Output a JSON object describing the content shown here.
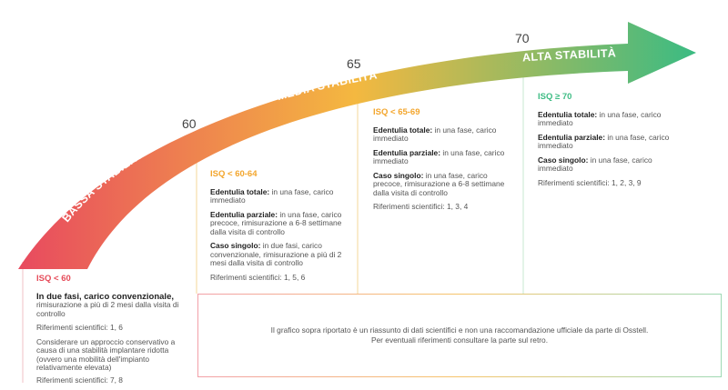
{
  "ticks": [
    "60",
    "65",
    "70"
  ],
  "bands": {
    "low": "BASSA STABILITÀ",
    "mid": "MEDIA STABILITÀ",
    "high": "ALTA STABILITÀ"
  },
  "colors": {
    "low": "#e84a5f",
    "mid": "#f4b840",
    "high": "#3dbb82"
  },
  "panels": {
    "low": {
      "heading": "ISQ < 60",
      "line1_bold": "In due fasi, carico convenzionale,",
      "line1_text": "rimisurazione a più di 2 mesi dalla visita di controllo",
      "ref1": "Riferimenti scientifici: 1, 6",
      "line2_text": "Considerare un approccio conservativo a causa di una stabilità implantare ridotta (ovvero una mobilità dell'impianto relativamente elevata)",
      "ref2": "Riferimenti scientifici: 7, 8"
    },
    "mid": {
      "heading": "ISQ < 60-64",
      "a_bold": "Edentulia totale:",
      "a_text": " in una fase, carico immediato",
      "b_bold": "Edentulia parziale:",
      "b_text": " in una fase, carico precoce, rimisurazione a 6-8 settimane dalla visita di controllo",
      "c_bold": "Caso singolo:",
      "c_text": " in due fasi, carico convenzionale, rimisurazione a più di 2 mesi dalla visita di controllo",
      "ref": "Riferimenti scientifici: 1, 5, 6"
    },
    "hi1": {
      "heading": "ISQ < 65-69",
      "a_bold": "Edentulia totale:",
      "a_text": " in una fase, carico immediato",
      "b_bold": "Edentulia parziale:",
      "b_text": " in una fase, carico immediato",
      "c_bold": "Caso singolo:",
      "c_text": " in una fase, carico precoce, rimisurazione a 6-8 settimane dalla visita di controllo",
      "ref": "Riferimenti scientifici: 1, 3, 4"
    },
    "hi2": {
      "heading": "ISQ ≥ 70",
      "a_bold": "Edentulia totale:",
      "a_text": " in una fase, carico immediato",
      "b_bold": "Edentulia parziale:",
      "b_text": " in una fase, carico immediato",
      "c_bold": "Caso singolo:",
      "c_text": " in una fase, carico immediato",
      "ref": "Riferimenti scientifici: 1, 2, 3, 9"
    }
  },
  "note": {
    "line1": "Il grafico sopra riportato è un riassunto di dati scientifici e non una raccomandazione ufficiale da parte di Osstell.",
    "line2": "Per eventuali riferimenti consultare la parte sul retro."
  }
}
